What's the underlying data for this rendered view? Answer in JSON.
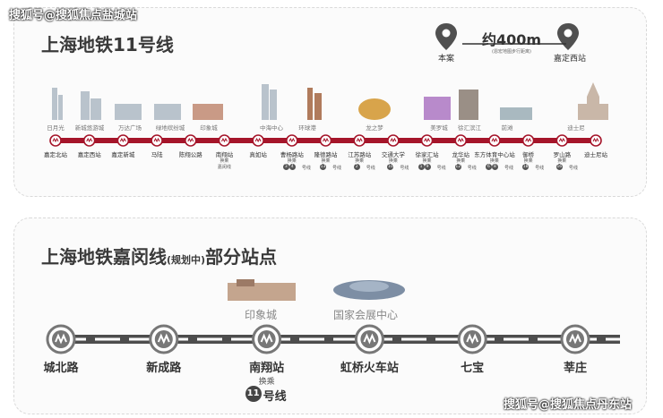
{
  "watermark_top": "搜狐号@搜狐焦点盐城站",
  "watermark_bottom": "搜狐号@搜狐焦点丹东站",
  "line11": {
    "title": "上海地铁11号线",
    "distance": {
      "label": "约400m",
      "note": "(恩宏地图步行距离)",
      "from": "本案",
      "to": "嘉定西站"
    },
    "stations": [
      {
        "name": "嘉定北站"
      },
      {
        "name": "嘉定西站"
      },
      {
        "name": "嘉定新城"
      },
      {
        "name": "马陆"
      },
      {
        "name": "陈翔公路"
      },
      {
        "name": "南翔站",
        "transfer": "换乘",
        "transfer2": "嘉闵线"
      },
      {
        "name": "真如站"
      },
      {
        "name": "曹杨路站",
        "transfer": "换乘",
        "lines": [
          "3",
          "4"
        ],
        "line_suffix": "号线"
      },
      {
        "name": "隆德路站",
        "transfer": "换乘",
        "lines": [
          "13"
        ],
        "line_suffix": "号线"
      },
      {
        "name": "江苏路站",
        "transfer": "换乘",
        "lines": [
          "2"
        ],
        "line_suffix": "号线"
      },
      {
        "name": "交通大学",
        "transfer": "换乘",
        "lines": [
          "10"
        ],
        "line_suffix": "号线"
      },
      {
        "name": "徐家汇站",
        "transfer": "换乘",
        "lines": [
          "1",
          "9"
        ],
        "line_suffix": "号线"
      },
      {
        "name": "龙华站",
        "transfer": "换乘",
        "lines": [
          "12"
        ],
        "line_suffix": "号线"
      },
      {
        "name": "东方体育中心站",
        "transfer": "换乘",
        "lines": [
          "6",
          "8"
        ],
        "line_suffix": "号线"
      },
      {
        "name": "御桥",
        "transfer": "换乘",
        "lines": [
          "18"
        ],
        "line_suffix": "号线"
      },
      {
        "name": "罗山路",
        "transfer": "换乘",
        "lines": [
          "16"
        ],
        "line_suffix": "号线"
      },
      {
        "name": "迪士尼站"
      }
    ],
    "landmarks": [
      "日月光",
      "新城悠游城",
      "万达广场",
      "绿地缤纷城",
      "印象城",
      "中海中心",
      "环球港",
      "龙之梦",
      "美罗城",
      "徐汇滨江",
      "前滩",
      "迪士尼"
    ]
  },
  "jiamin": {
    "title": "上海地铁嘉闵线",
    "title_small": "(规划中)",
    "title_tail": "部分站点",
    "landmarks": [
      "印象城",
      "国家会展中心"
    ],
    "stations": [
      {
        "name": "城北路"
      },
      {
        "name": "新成路"
      },
      {
        "name": "南翔站",
        "transfer": "换乘",
        "line_num": "11",
        "line_suffix": "号线"
      },
      {
        "name": "虹桥火车站"
      },
      {
        "name": "七宝"
      },
      {
        "name": "莘庄"
      }
    ]
  },
  "colors": {
    "line11": "#a5152a",
    "jiamin": "#4d4d4d",
    "icon": "#505050"
  },
  "icons": [
    "map-pin-icon",
    "metro-logo-icon"
  ]
}
